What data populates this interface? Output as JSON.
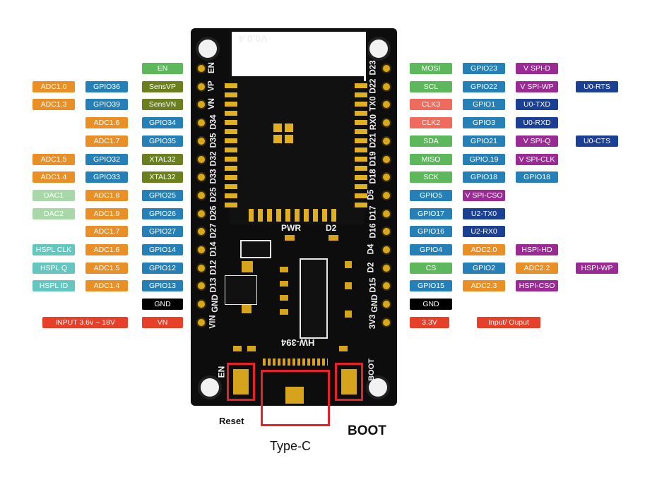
{
  "colors": {
    "green": "#5db85c",
    "blue": "#2580b8",
    "orange": "#e98f25",
    "red": "#e63f2a",
    "olive": "#6b7f1f",
    "salmon": "#ef6b5d",
    "purple": "#9a2b94",
    "dblue": "#1b3f93",
    "lgreen": "#a8d8a8",
    "teal": "#65c6c0",
    "black": "#000000"
  },
  "board": {
    "version": "V0.0.4",
    "model": "HW-394",
    "pwr_label": "PWR",
    "d2_label": "D2",
    "en_button": "EN",
    "boot_button": "BOOT",
    "left_pins": [
      "EN",
      "VP",
      "VN",
      "D34",
      "D35",
      "D32",
      "D33",
      "D25",
      "D26",
      "D27",
      "D14",
      "D12",
      "D13",
      "GND",
      "VIN"
    ],
    "right_pins": [
      "D23",
      "D22",
      "TX0",
      "RX0",
      "D21",
      "D19",
      "D18",
      "D5",
      "D17",
      "D16",
      "D4",
      "D2",
      "D15",
      "GND",
      "3V3"
    ]
  },
  "captions": {
    "reset": "Reset",
    "boot": "BOOT",
    "typec": "Type-C"
  },
  "left_labels": [
    [
      {
        "t": "EN",
        "c": "green"
      }
    ],
    [
      {
        "t": "ADC1.0",
        "c": "orange"
      },
      {
        "t": "GPIO36",
        "c": "blue"
      },
      {
        "t": "SensVP",
        "c": "olive"
      }
    ],
    [
      {
        "t": "ADC1.3",
        "c": "orange"
      },
      {
        "t": "GPIO39",
        "c": "blue"
      },
      {
        "t": "SensVN",
        "c": "olive"
      }
    ],
    [
      {
        "t": "ADC1.6",
        "c": "orange"
      },
      {
        "t": "GPIO34",
        "c": "blue"
      }
    ],
    [
      {
        "t": "ADC1.7",
        "c": "orange"
      },
      {
        "t": "GPIO35",
        "c": "blue"
      }
    ],
    [
      {
        "t": "ADC1.5",
        "c": "orange"
      },
      {
        "t": "GPIO32",
        "c": "blue"
      },
      {
        "t": "XTAL32",
        "c": "olive"
      }
    ],
    [
      {
        "t": "ADC1.4",
        "c": "orange"
      },
      {
        "t": "GPIO33",
        "c": "blue"
      },
      {
        "t": "XTAL32",
        "c": "olive"
      }
    ],
    [
      {
        "t": "DAC1",
        "c": "lgreen"
      },
      {
        "t": "ADC1.8",
        "c": "orange"
      },
      {
        "t": "GPIO25",
        "c": "blue"
      }
    ],
    [
      {
        "t": "DAC2",
        "c": "lgreen"
      },
      {
        "t": "ADC1.9",
        "c": "orange"
      },
      {
        "t": "GPIO26",
        "c": "blue"
      }
    ],
    [
      {
        "t": "ADC1.7",
        "c": "orange"
      },
      {
        "t": "GPIO27",
        "c": "blue"
      }
    ],
    [
      {
        "t": "HSPL CLK",
        "c": "teal"
      },
      {
        "t": "ADC1.6",
        "c": "orange"
      },
      {
        "t": "GPIO14",
        "c": "blue"
      }
    ],
    [
      {
        "t": "HSPL Q",
        "c": "teal"
      },
      {
        "t": "ADC1.5",
        "c": "orange"
      },
      {
        "t": "GPIO12",
        "c": "blue"
      }
    ],
    [
      {
        "t": "HSPL ID",
        "c": "teal"
      },
      {
        "t": "ADC1.4",
        "c": "orange"
      },
      {
        "t": "GPIO13",
        "c": "blue"
      }
    ],
    [
      {
        "t": "GND",
        "c": "black"
      }
    ],
    [
      {
        "t": "INPUT  3.6v ~ 18V",
        "c": "red"
      },
      {
        "t": "VN",
        "c": "red"
      }
    ]
  ],
  "right_labels": [
    [
      {
        "t": "MOSI",
        "c": "green"
      },
      {
        "t": "GPIO23",
        "c": "blue"
      },
      {
        "t": "V SPI-D",
        "c": "purple"
      }
    ],
    [
      {
        "t": "SCL",
        "c": "green"
      },
      {
        "t": "GPIO22",
        "c": "blue"
      },
      {
        "t": "V SPI-WP",
        "c": "purple"
      },
      {
        "t": "U0-RTS",
        "c": "dblue"
      }
    ],
    [
      {
        "t": "CLK3",
        "c": "salmon"
      },
      {
        "t": "GPIO1",
        "c": "blue"
      },
      {
        "t": "U0-TXD",
        "c": "dblue"
      }
    ],
    [
      {
        "t": "CLK2",
        "c": "salmon"
      },
      {
        "t": "GPIO3",
        "c": "blue"
      },
      {
        "t": "U0-RXD",
        "c": "dblue"
      }
    ],
    [
      {
        "t": "SDA",
        "c": "green"
      },
      {
        "t": "GPIO21",
        "c": "blue"
      },
      {
        "t": "V SPI-Q",
        "c": "purple"
      },
      {
        "t": "U0-CTS",
        "c": "dblue"
      }
    ],
    [
      {
        "t": "MISO",
        "c": "green"
      },
      {
        "t": "GPIO.19",
        "c": "blue"
      },
      {
        "t": "V SPI-CLK",
        "c": "purple"
      }
    ],
    [
      {
        "t": "SCK",
        "c": "green"
      },
      {
        "t": "GPIO18",
        "c": "blue"
      },
      {
        "t": "GPIO18",
        "c": "blue"
      }
    ],
    [
      {
        "t": "GPIO5",
        "c": "blue"
      },
      {
        "t": "V SPI-CSO",
        "c": "purple"
      }
    ],
    [
      {
        "t": "GPIO17",
        "c": "blue"
      },
      {
        "t": "U2-TX0",
        "c": "dblue"
      }
    ],
    [
      {
        "t": "GPIO16",
        "c": "blue"
      },
      {
        "t": "U2-RX0",
        "c": "dblue"
      }
    ],
    [
      {
        "t": "GPIO4",
        "c": "blue"
      },
      {
        "t": "ADC2.0",
        "c": "orange"
      },
      {
        "t": "HSPI-HD",
        "c": "purple"
      }
    ],
    [
      {
        "t": "CS",
        "c": "green"
      },
      {
        "t": "GPIO2",
        "c": "blue"
      },
      {
        "t": "ADC2.2",
        "c": "orange"
      },
      {
        "t": "HSPI-WP",
        "c": "purple"
      }
    ],
    [
      {
        "t": "GPIO15",
        "c": "blue"
      },
      {
        "t": "ADC2.3",
        "c": "orange"
      },
      {
        "t": "HSPI-CSO",
        "c": "purple"
      }
    ],
    [
      {
        "t": "GND",
        "c": "black"
      }
    ],
    [
      {
        "t": "3.3V",
        "c": "red"
      },
      {
        "t": "Input/ Ouput",
        "c": "red"
      }
    ]
  ]
}
